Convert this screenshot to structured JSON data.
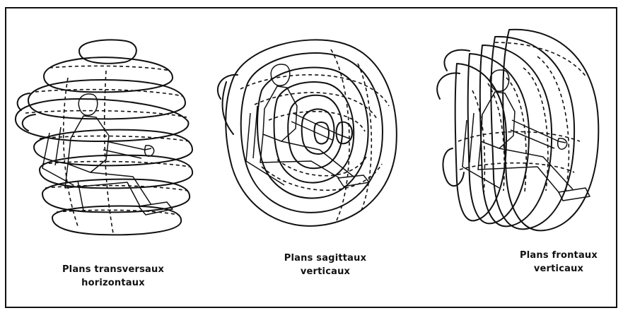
{
  "captions": [
    {
      "line1": "Plans transversaux",
      "line2": "horizontaux"
    },
    {
      "line1": "Plans sagittaux",
      "line2": "verticaux"
    },
    {
      "line1": "Plans frontaux",
      "line2": "verticaux"
    }
  ]
}
